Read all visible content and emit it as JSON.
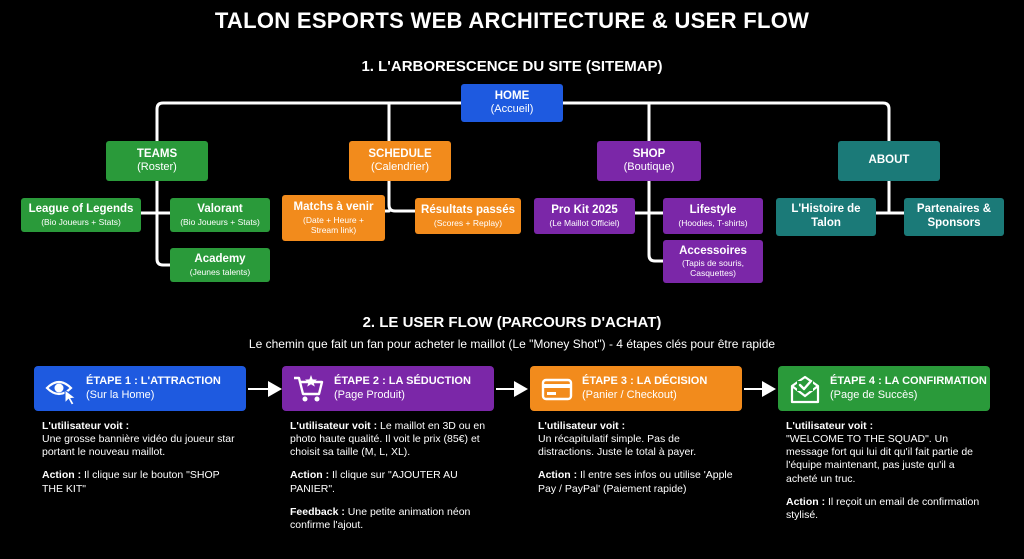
{
  "title": "TALON ESPORTS WEB ARCHITECTURE & USER FLOW",
  "sitemap": {
    "heading": "1. L'ARBORESCENCE DU SITE (SITEMAP)",
    "home": {
      "title": "HOME",
      "sub": "(Accueil)"
    },
    "teams": {
      "title": "TEAMS",
      "sub": "(Roster)"
    },
    "schedule": {
      "title": "SCHEDULE",
      "sub": "(Calendrier)"
    },
    "shop": {
      "title": "SHOP",
      "sub": "(Boutique)"
    },
    "about": {
      "title": "ABOUT"
    },
    "lol": {
      "title": "League of Legends",
      "sub": "(Bio Joueurs + Stats)"
    },
    "valorant": {
      "title": "Valorant",
      "sub": "(Bio Joueurs + Stats)"
    },
    "academy": {
      "title": "Academy",
      "sub": "(Jeunes talents)"
    },
    "matchs": {
      "title": "Matchs à venir",
      "sub": "(Date + Heure + Stream link)"
    },
    "resultats": {
      "title": "Résultats passés",
      "sub": "(Scores + Replay)"
    },
    "prokit": {
      "title": "Pro Kit 2025",
      "sub": "(Le Maillot Officiel)"
    },
    "lifestyle": {
      "title": "Lifestyle",
      "sub": "(Hoodies, T-shirts)"
    },
    "accessoires": {
      "title": "Accessoires",
      "sub": "(Tapis de souris, Casquettes)"
    },
    "histoire": {
      "title": "L'Histoire de Talon"
    },
    "partenaires": {
      "title": "Partenaires & Sponsors"
    }
  },
  "userflow": {
    "heading": "2. LE USER FLOW (PARCOURS D'ACHAT)",
    "subtitle": "Le chemin que fait un fan pour acheter le maillot (Le \"Money Shot\") - 4 étapes clés pour être rapide",
    "steps": [
      {
        "title": "ÉTAPE 1 : L'ATTRACTION",
        "sub": "(Sur la Home)",
        "icon": "eye-cursor-icon",
        "color": "#1e5ae0"
      },
      {
        "title": "ÉTAPE 2 : LA SÉDUCTION",
        "sub": "(Page Produit)",
        "icon": "cart-star-icon",
        "color": "#7b27a8"
      },
      {
        "title": "ÉTAPE 3 : LA DÉCISION",
        "sub": "(Panier / Checkout)",
        "icon": "credit-card-icon",
        "color": "#f28b1c"
      },
      {
        "title": "ÉTAPE 4 : LA CONFIRMATION",
        "sub": "(Page de Succès)",
        "icon": "envelope-check-icon",
        "color": "#2a9a3a"
      }
    ],
    "details": [
      {
        "voit_label": "L'utilisateur voit :",
        "voit": "Une grosse bannière vidéo du joueur star portant le nouveau maillot.",
        "action_label": "Action :",
        "action": "Il clique sur le bouton \"SHOP THE KIT\""
      },
      {
        "voit_label": "L'utilisateur voit :",
        "voit": "Le maillot en 3D ou en photo haute qualité. Il voit le prix (85€) et choisit sa taille (M, L, XL).",
        "action_label": "Action :",
        "action": "Il clique sur \"AJOUTER AU PANIER\".",
        "feedback_label": "Feedback :",
        "feedback": "Une petite animation néon confirme l'ajout."
      },
      {
        "voit_label": "L'utilisateur voit :",
        "voit": "Un récapitulatif simple. Pas de distractions. Juste le total à payer.",
        "action_label": "Action :",
        "action": "Il entre ses infos ou utilise 'Apple Pay / PayPal' (Paiement rapide)"
      },
      {
        "voit_label": "L'utilisateur voit :",
        "voit": "\"WELCOME TO THE SQUAD\". Un message fort qui lui dit qu'il fait partie de l'équipe maintenant, pas juste qu'il a acheté un truc.",
        "action_label": "Action :",
        "action": "Il reçoit un email de confirmation stylisé."
      }
    ]
  },
  "colors": {
    "blue": "#1e5ae0",
    "green": "#2a9a3a",
    "orange": "#f28b1c",
    "purple": "#7b27a8",
    "teal": "#1b7a78"
  }
}
